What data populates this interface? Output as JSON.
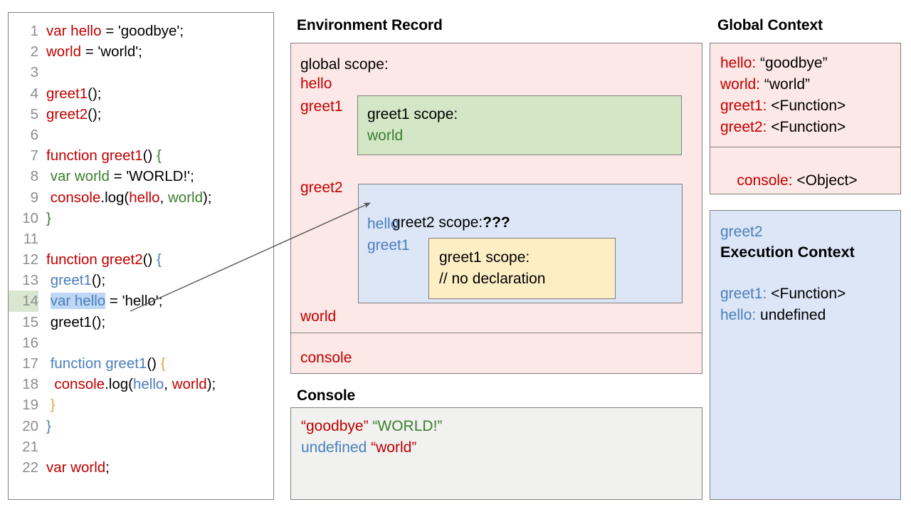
{
  "code_editor": {
    "lines": [
      {
        "num": "1",
        "tokens": [
          {
            "t": "var hello",
            "c": "r"
          },
          {
            "t": " = 'goodbye';",
            "c": "k"
          }
        ]
      },
      {
        "num": "2",
        "tokens": [
          {
            "t": "world",
            "c": "r"
          },
          {
            "t": " = 'world';",
            "c": "k"
          }
        ]
      },
      {
        "num": "3",
        "tokens": []
      },
      {
        "num": "4",
        "tokens": [
          {
            "t": "greet1",
            "c": "r"
          },
          {
            "t": "();",
            "c": "k"
          }
        ]
      },
      {
        "num": "5",
        "tokens": [
          {
            "t": "greet2",
            "c": "r"
          },
          {
            "t": "();",
            "c": "k"
          }
        ]
      },
      {
        "num": "6",
        "tokens": []
      },
      {
        "num": "7",
        "tokens": [
          {
            "t": "function greet1",
            "c": "r"
          },
          {
            "t": "() ",
            "c": "k"
          },
          {
            "t": "{",
            "c": "g"
          }
        ]
      },
      {
        "num": "8",
        "tokens": [
          {
            "t": " ",
            "c": "k"
          },
          {
            "t": "var world",
            "c": "g"
          },
          {
            "t": " = 'WORLD!';",
            "c": "k"
          }
        ]
      },
      {
        "num": "9",
        "tokens": [
          {
            "t": " ",
            "c": "k"
          },
          {
            "t": "console",
            "c": "r"
          },
          {
            "t": ".log(",
            "c": "k"
          },
          {
            "t": "hello",
            "c": "r"
          },
          {
            "t": ", ",
            "c": "k"
          },
          {
            "t": "world",
            "c": "g"
          },
          {
            "t": ");",
            "c": "k"
          }
        ]
      },
      {
        "num": "10",
        "tokens": [
          {
            "t": "}",
            "c": "g"
          }
        ]
      },
      {
        "num": "11",
        "tokens": []
      },
      {
        "num": "12",
        "tokens": [
          {
            "t": "function greet2",
            "c": "r"
          },
          {
            "t": "() ",
            "c": "k"
          },
          {
            "t": "{",
            "c": "b"
          }
        ]
      },
      {
        "num": "13",
        "tokens": [
          {
            "t": " ",
            "c": "k"
          },
          {
            "t": "greet1",
            "c": "b"
          },
          {
            "t": "();",
            "c": "k"
          }
        ]
      },
      {
        "num": "14",
        "tokens": [
          {
            "t": " ",
            "c": "k"
          },
          {
            "t": "var hello",
            "c": "b sel"
          },
          {
            "t": " = 'hello';",
            "c": "k"
          }
        ],
        "num_highlight": true
      },
      {
        "num": "15",
        "tokens": [
          {
            "t": " greet1();",
            "c": "k"
          }
        ]
      },
      {
        "num": "16",
        "tokens": []
      },
      {
        "num": "17",
        "tokens": [
          {
            "t": " ",
            "c": "k"
          },
          {
            "t": "function greet1",
            "c": "b"
          },
          {
            "t": "() ",
            "c": "k"
          },
          {
            "t": "{",
            "c": "o"
          }
        ]
      },
      {
        "num": "18",
        "tokens": [
          {
            "t": "  ",
            "c": "k"
          },
          {
            "t": "console",
            "c": "r"
          },
          {
            "t": ".log(",
            "c": "k"
          },
          {
            "t": "hello",
            "c": "b"
          },
          {
            "t": ", ",
            "c": "k"
          },
          {
            "t": "world",
            "c": "r"
          },
          {
            "t": ");",
            "c": "k"
          }
        ]
      },
      {
        "num": "19",
        "tokens": [
          {
            "t": " ",
            "c": "k"
          },
          {
            "t": "}",
            "c": "o"
          }
        ]
      },
      {
        "num": "20",
        "tokens": [
          {
            "t": "}",
            "c": "b"
          }
        ]
      },
      {
        "num": "21",
        "tokens": []
      },
      {
        "num": "22",
        "tokens": [
          {
            "t": "var world",
            "c": "r"
          },
          {
            "t": ";",
            "c": "k"
          }
        ]
      }
    ]
  },
  "environment_record": {
    "title": "Environment Record",
    "global_scope_label": "global scope:",
    "bindings": [
      "hello",
      "greet1",
      "greet2",
      "world"
    ],
    "hello": "hello",
    "greet1": "greet1",
    "greet2": "greet2",
    "world": "world",
    "console": "console",
    "greet1_scope": {
      "heading": "greet1 scope:",
      "vars": [
        "world"
      ],
      "var_world": "world"
    },
    "greet2_scope": {
      "heading": "greet2 scope:",
      "question_marks": "???",
      "vars": [
        "hello",
        "greet1"
      ],
      "var_hello": "hello",
      "var_greet1": "greet1",
      "inner_greet1_scope": {
        "heading": "greet1 scope:",
        "comment": "// no declaration"
      }
    }
  },
  "console": {
    "title": "Console",
    "lines": [
      [
        {
          "t": "“goodbye”",
          "c": "#c00000"
        },
        {
          "t": " ",
          "c": "#000"
        },
        {
          "t": "“WORLD!”",
          "c": "#3c7d2e"
        }
      ],
      [
        {
          "t": "undefined",
          "c": "#4a7ebb"
        },
        {
          "t": " ",
          "c": "#000"
        },
        {
          "t": "“world”",
          "c": "#c00000"
        }
      ]
    ]
  },
  "global_context": {
    "title": "Global Context",
    "entries": [
      {
        "name": "hello:",
        "value": " “goodbye”"
      },
      {
        "name": "world:",
        "value": " “world”"
      },
      {
        "name": "greet1:",
        "value": " <Function>"
      },
      {
        "name": "greet2:",
        "value": " <Function>"
      }
    ],
    "console_entry": {
      "name": "console:",
      "value": " <Object>"
    }
  },
  "execution_context": {
    "scope_name": "greet2",
    "title": "Execution Context",
    "entries": [
      {
        "name": "greet1:",
        "value": " <Function>"
      },
      {
        "name": "hello:",
        "value": " undefined"
      }
    ]
  },
  "arrow": {
    "name": "pointer-arrow",
    "from": "code line 14 var hello",
    "to": "greet2 scope heading"
  },
  "colors": {
    "red_ident": "#c00000",
    "green_ident": "#3c7d2e",
    "blue_ident": "#4a7ebb",
    "orange_brace": "#e8a33d",
    "pink_panel": "#fce8e6",
    "green_panel": "#d3e7c6",
    "blue_panel": "#dce6f7",
    "yellow_panel": "#fdeec4",
    "console_panel": "#f1f1f0",
    "border": "#7f7f7f",
    "line_number": "#8d8d8d",
    "selection": "#bed7f5",
    "line_highlight": "#d9e7d0"
  }
}
